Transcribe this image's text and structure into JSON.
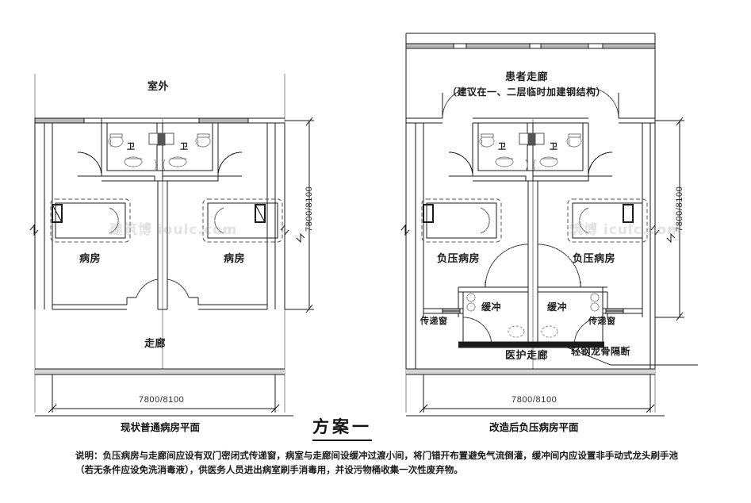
{
  "drawing": {
    "title": "方案一",
    "sheet_width": 947,
    "sheet_height": 634
  },
  "watermarks": [
    {
      "text": "建筑博 ioulc.com"
    },
    {
      "text": "筑博 iculc.com"
    }
  ],
  "left_plan": {
    "caption": "现状普通病房平面",
    "outdoor_label": "室外",
    "corridor_label": "走廊",
    "rooms": [
      {
        "label": "病房"
      },
      {
        "label": "病房"
      }
    ],
    "bathrooms": [
      {
        "label": "卫"
      },
      {
        "label": "卫"
      }
    ],
    "dim_bottom": "7800/8100",
    "dim_right": "7800/8100"
  },
  "right_plan": {
    "caption": "改造后负压病房平面",
    "patient_corridor_label": "患者走廊",
    "patient_corridor_note": "（建议在一、二层临时加建钢结构）",
    "staff_corridor_label": "医护走廊",
    "partition_label": "轻钢龙骨隔断",
    "rooms": [
      {
        "label": "负压病房"
      },
      {
        "label": "负压病房"
      }
    ],
    "bathrooms": [
      {
        "label": "卫"
      },
      {
        "label": "卫"
      }
    ],
    "buffers": [
      {
        "label": "缓冲"
      },
      {
        "label": "缓冲"
      }
    ],
    "transfer_windows": [
      {
        "label": "传递窗"
      },
      {
        "label": "传递窗"
      }
    ],
    "dim_bottom": "7800/8100",
    "dim_right": "7800/8100"
  },
  "note": {
    "text": "说明：负压病房与走廊间应设有双门密闭式传递窗，病室与走廊间设缓冲过渡小间，将门错开布置避免气流倒灌，缓冲间内应设置非手动式龙头刷手池（若无条件应设免洗消毒液），供医务人员进出病室刷手消毒用，并设污物桶收集一次性废弃物。"
  },
  "colors": {
    "line": "#1a1a1a",
    "thin_line": "#555555",
    "wall_fill": "#b9b9b9",
    "background": "#ffffff",
    "watermark": "#969696"
  }
}
